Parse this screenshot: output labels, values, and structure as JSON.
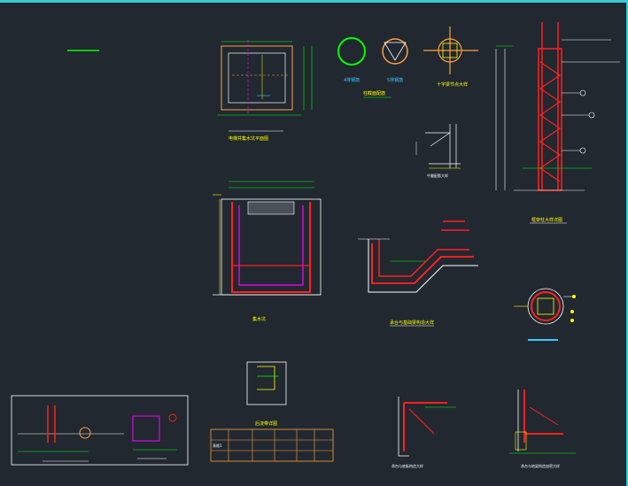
{
  "window": {
    "background": "#212830",
    "frame_color": "#39c8d8"
  },
  "drawings": {
    "elevator_pit_plan": {
      "title": "电梯井集水坑平面图"
    },
    "circle_legend": {
      "left_caption": "4排钢筋",
      "right_caption": "5排钢筋",
      "title": "柱截面配筋"
    },
    "cross_detail": {
      "title": "十字梁节点大样"
    },
    "small_bracket": {
      "title": "牛腿配筋大样"
    },
    "column_detail": {
      "title": "框架柱大样详图"
    },
    "sump_pit": {
      "title": "集水坑"
    },
    "step_detail": {
      "title": "承台与基础梁构造大样"
    },
    "round_pile": {
      "title": ""
    },
    "small_square": {
      "title": "后浇带详图"
    },
    "table": {
      "header_cell": "表格1"
    },
    "corner_detail_1": {
      "title": "承台与底板构造大样"
    },
    "corner_detail_2": {
      "title": "承台与地梁构造加密大样"
    }
  },
  "colors": {
    "red": "#ff2020",
    "yellow": "#ffff00",
    "green": "#00ff00",
    "white": "#ffffff",
    "magenta": "#ff00ff",
    "orange": "#ffa040",
    "cyan": "#39c8ff"
  }
}
